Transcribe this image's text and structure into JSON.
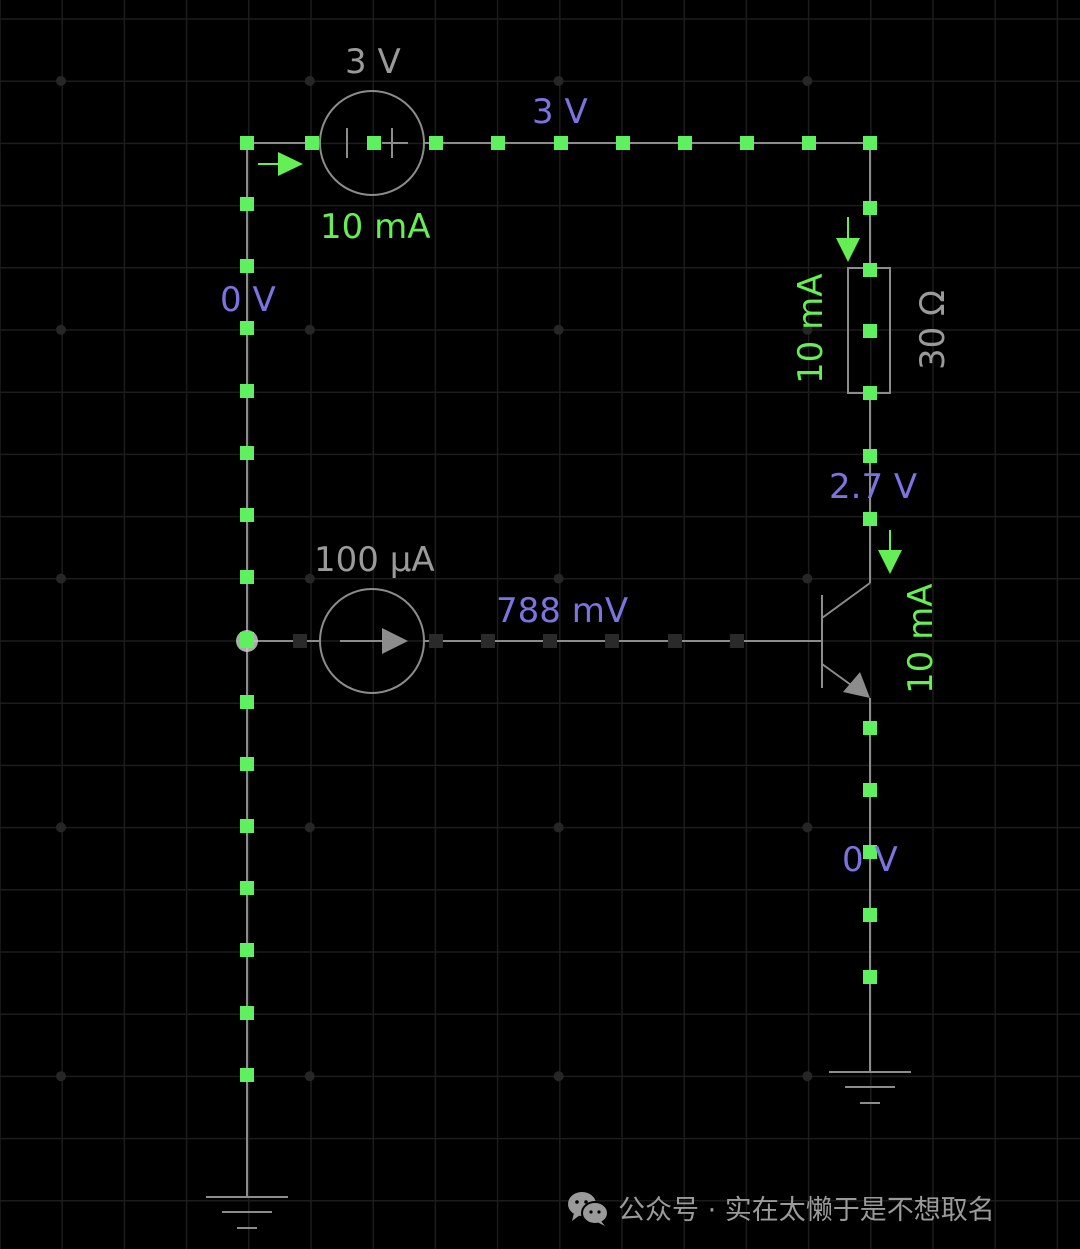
{
  "colors": {
    "background": "#000000",
    "grid": "#1c1c1c",
    "wire": "#8c8c8c",
    "node_dot": "#5ff05f",
    "voltage_label": "#7b74e0",
    "current_label": "#66ee55",
    "component_value": "#9a9a9a"
  },
  "components": {
    "voltage_source": {
      "type": "dc-voltage-source",
      "value": "3 V",
      "current": "10 mA"
    },
    "resistor": {
      "type": "resistor",
      "value": "30 Ω",
      "current": "10 mA"
    },
    "current_source": {
      "type": "dc-current-source",
      "value": "100 µA"
    },
    "transistor": {
      "type": "npn-bjt",
      "current": "10 mA"
    },
    "ground_left": {
      "type": "ground"
    },
    "ground_right": {
      "type": "ground"
    }
  },
  "node_voltages": {
    "top_rail": "3 V",
    "left_rail": "0 V",
    "collector": "2.7 V",
    "base": "788 mV",
    "emitter": "0 V"
  },
  "watermark": {
    "icon": "wechat-icon",
    "text": "公众号 · 实在太懒于是不想取名"
  }
}
